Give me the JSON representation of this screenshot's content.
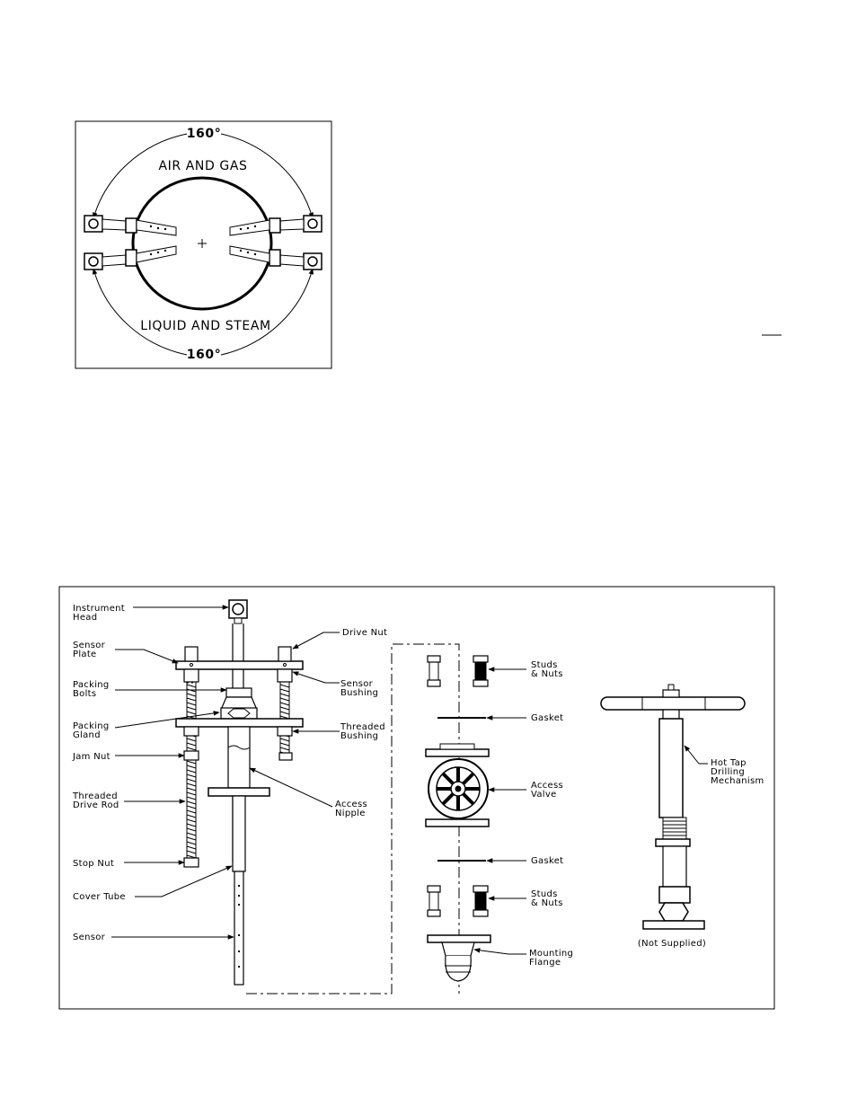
{
  "top_figure": {
    "angle_top": "160°",
    "label_top": "AIR AND GAS",
    "label_bottom": "LIQUID AND STEAM",
    "angle_bottom": "160°"
  },
  "bottom_figure": {
    "labels": {
      "instrument_head": [
        "Instrument",
        "Head"
      ],
      "sensor_plate": [
        "Sensor",
        "Plate"
      ],
      "packing_bolts": [
        "Packing",
        "Bolts"
      ],
      "packing_gland": [
        "Packing",
        "Gland"
      ],
      "jam_nut": [
        "Jam Nut"
      ],
      "threaded_drive_rod": [
        "Threaded",
        "Drive Rod"
      ],
      "stop_nut": [
        "Stop Nut"
      ],
      "cover_tube": [
        "Cover Tube"
      ],
      "sensor": [
        "Sensor"
      ],
      "drive_nut": [
        "Drive Nut"
      ],
      "sensor_bushing": [
        "Sensor",
        "Bushing"
      ],
      "threaded_bushing": [
        "Threaded",
        "Bushing"
      ],
      "access_nipple": [
        "Access",
        "Nipple"
      ],
      "studs_nuts_top": [
        "Studs",
        "& Nuts"
      ],
      "gasket_top": [
        "Gasket"
      ],
      "access_valve": [
        "Access",
        "Valve"
      ],
      "gasket_bottom": [
        "Gasket"
      ],
      "studs_nuts_bottom": [
        "Studs",
        "& Nuts"
      ],
      "mounting_flange": [
        "Mounting",
        "Flange"
      ],
      "hot_tap": [
        "Hot Tap",
        "Drilling",
        "Mechanism"
      ],
      "not_supplied": [
        "(Not Supplied)"
      ]
    }
  }
}
